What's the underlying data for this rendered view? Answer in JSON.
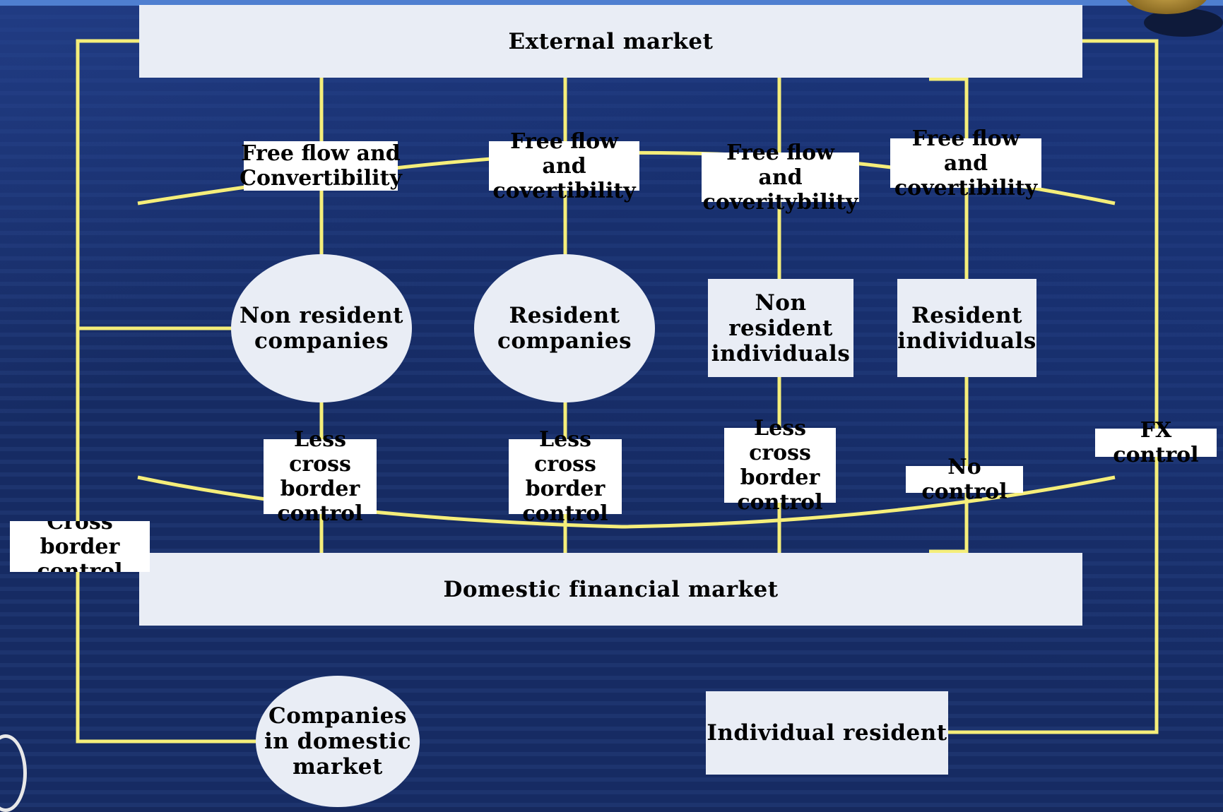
{
  "nodes": {
    "external_market": "External market",
    "domestic_market": "Domestic financial market",
    "non_resident_companies": "Non resident\ncompanies",
    "resident_companies": "Resident\ncompanies",
    "non_resident_individuals": "Non\nresident\nindividuals",
    "resident_individuals": "Resident\nindividuals",
    "companies_domestic": "Companies\nin domestic\nmarket",
    "individual_resident": "Individual resident"
  },
  "labels": {
    "free_flow_1": "Free flow and\nConvertibility",
    "free_flow_2": "Free flow and\ncovertibility",
    "free_flow_3": "Free  flow and\ncoveritybility",
    "free_flow_4": "Free flow and\ncovertibility",
    "less_control_1": "Less cross\nborder\ncontrol",
    "less_control_2": "Less cross\nborder\ncontrol",
    "less_control_3": "Less cross\nborder\ncontrol",
    "no_control": "No control",
    "fx_control": "FX control",
    "cross_border_control": "Cross border\ncontrol"
  },
  "colors": {
    "connector": "#f5ee7a",
    "box_fill": "#e9edf5",
    "label_fill": "#ffffff",
    "background": "#16295e"
  }
}
